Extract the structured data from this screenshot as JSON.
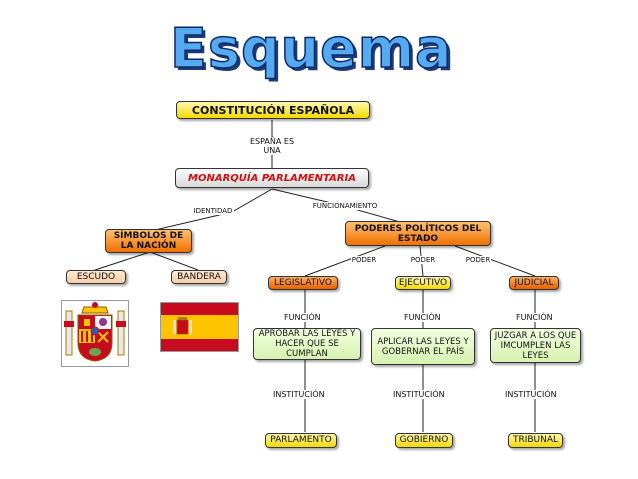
{
  "title": "Esquema",
  "nodes": {
    "constitucion": "CONSTITUCIÓN ESPAÑOLA",
    "monarquia": "MONARQUÍA PARLAMENTARIA",
    "simbolos": "SÍMBOLOS DE LA NACIÓN",
    "poderes": "PODERES POLÍTICOS DEL ESTADO",
    "escudo": "ESCUDO",
    "bandera": "BANDERA",
    "legislativo": "LEGISLATIVO",
    "ejecutivo": "EJECUTIVO",
    "judicial": "JUDICIAL",
    "funcion_leg": "APROBAR LAS LEYES Y HACER QUE SE CUMPLAN",
    "funcion_eje": "APLICAR LAS LEYES Y GOBERNAR EL PAÍS",
    "funcion_jud": "JUZGAR A LOS QUE IMCUMPLEN LAS LEYES",
    "parlamento": "PARLAMENTO",
    "gobierno": "GOBIERNO",
    "tribunal": "TRIBUNAL"
  },
  "labels": {
    "espana_es_una": "ESPAÑA ES UNA",
    "identidad": "IDENTIDAD",
    "funcionamiento": "FUNCIONAMIENTO",
    "poder1": "PODER",
    "poder2": "PODER",
    "poder3": "PODER",
    "funcion1": "FUNCIÓN",
    "funcion2": "FUNCIÓN",
    "funcion3": "FUNCIÓN",
    "institucion1": "INSTITUCIÓN",
    "institucion2": "INSTITUCIÓN",
    "institucion3": "INSTITUCIÓN"
  },
  "colors": {
    "yellow": "#f5d900",
    "orange": "#f07000",
    "green": "#d6f2b0",
    "title": "#55aaf0",
    "flag_red": "#c60b1e",
    "flag_yellow": "#ffc400"
  }
}
